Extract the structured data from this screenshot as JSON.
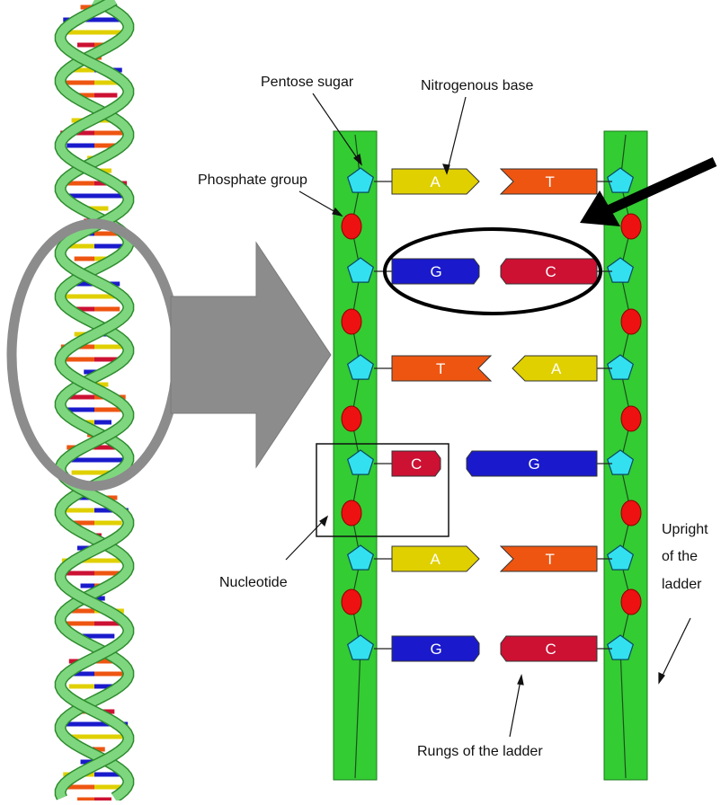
{
  "labels": {
    "pentose_sugar": "Pentose sugar",
    "nitrogenous_base": "Nitrogenous base",
    "phosphate_group": "Phosphate group",
    "nucleotide": "Nucleotide",
    "upright_1": "Upright",
    "upright_2": "of the",
    "upright_3": "ladder",
    "rungs": "Rungs of the ladder"
  },
  "base_pairs": [
    {
      "left": "A",
      "right": "T"
    },
    {
      "left": "G",
      "right": "C"
    },
    {
      "left": "T",
      "right": "A"
    },
    {
      "left": "C",
      "right": "G"
    },
    {
      "left": "A",
      "right": "T"
    },
    {
      "left": "G",
      "right": "C"
    }
  ],
  "colors": {
    "backbone": "#33cc33",
    "sugar": "#33e0f0",
    "phosphate": "#ee1111",
    "A": "#e0d000",
    "T": "#ee5511",
    "G": "#1a1acc",
    "C": "#cc1133",
    "zoom_arrow": "#8a8a8a",
    "helix_strand": "#7ed77e"
  }
}
